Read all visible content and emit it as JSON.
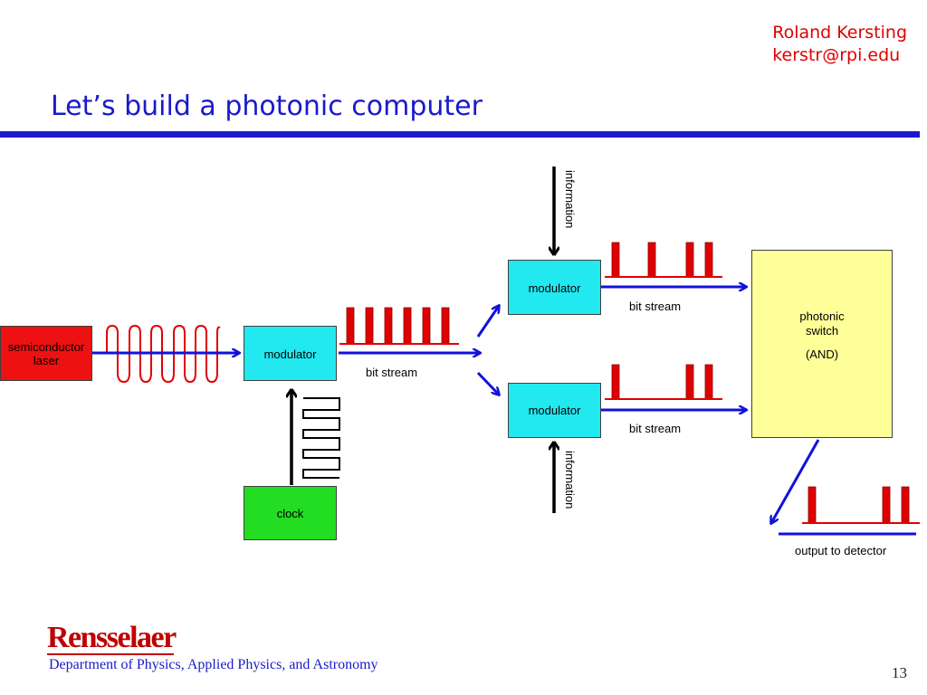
{
  "header": {
    "author_name": "Roland Kersting",
    "author_email": "kerstr@rpi.edu",
    "title": "Let’s build a photonic computer",
    "accent_color": "#1a1acc"
  },
  "diagram": {
    "laser_label_1": "semiconductor",
    "laser_label_2": "laser",
    "modulator_main": "modulator",
    "modulator_top": "modulator",
    "modulator_bottom": "modulator",
    "clock": "clock",
    "switch_line1": "photonic",
    "switch_line2": "switch",
    "switch_line3": "(AND)",
    "bitstream_main": "bit stream",
    "bitstream_top": "bit stream",
    "bitstream_bottom": "bit stream",
    "info_top": "information",
    "info_bottom": "information",
    "output": "output to detector",
    "colors": {
      "laser": "#ee1111",
      "modulator": "#22e8f0",
      "clock": "#22dd22",
      "switch": "#ffff99",
      "arrow": "#1111dd",
      "pulse": "#e00000"
    }
  },
  "footer": {
    "brand": "Rensselaer",
    "department": "Department of Physics, Applied Physics, and Astronomy",
    "page_number": "13"
  }
}
